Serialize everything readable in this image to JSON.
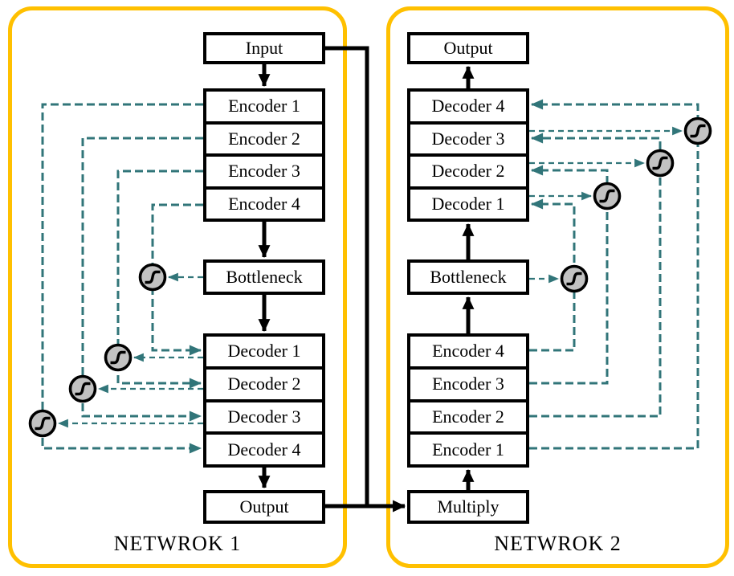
{
  "network1": {
    "title": "NETWROK 1",
    "input": "Input",
    "encoders": [
      "Encoder 1",
      "Encoder 2",
      "Encoder 3",
      "Encoder 4"
    ],
    "bottleneck": "Bottleneck",
    "decoders": [
      "Decoder 1",
      "Decoder 2",
      "Decoder 3",
      "Decoder 4"
    ],
    "output": "Output"
  },
  "network2": {
    "title": "NETWROK 2",
    "output": "Output",
    "decoders": [
      "Decoder 4",
      "Decoder 3",
      "Decoder 2",
      "Decoder 1"
    ],
    "bottleneck": "Bottleneck",
    "encoders": [
      "Encoder 4",
      "Encoder 3",
      "Encoder 2",
      "Encoder 1"
    ],
    "multiply": "Multiply"
  },
  "connections": {
    "solid_black": [
      "Input -> Encoder 1 (net1)",
      "Encoder 4 -> Bottleneck (net1)",
      "Bottleneck -> Decoder 1 (net1)",
      "Decoder 4 -> Output (net1)",
      "Input (net1) -> Multiply (net2)",
      "Output (net1) -> Multiply (net2)",
      "Multiply -> Encoder 1 (net2)",
      "Encoder 4 -> Bottleneck (net2)",
      "Bottleneck -> Decoder 1 (net2)",
      "Decoder 4 -> Output (net2)"
    ],
    "dashed_skip": [
      "Encoder 1 -> Decoder 4",
      "Encoder 2 -> Decoder 3",
      "Encoder 3 -> Decoder 2",
      "Encoder 4 -> Decoder 1"
    ],
    "dashed_gates": [
      "Bottleneck -> sigmoid",
      "Decoder 1 -> sigmoid",
      "Decoder 2 -> sigmoid",
      "Decoder 3 -> sigmoid"
    ]
  },
  "colors": {
    "panel_border": "#FFC000",
    "box_border": "#000000",
    "dashed_line": "#317579",
    "sigmoid_fill": "#C2C2C2"
  }
}
